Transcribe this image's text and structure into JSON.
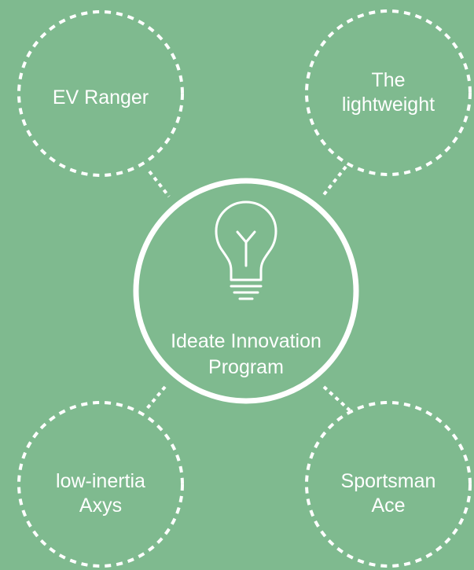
{
  "background_color": "#7fba8f",
  "stroke_color": "#ffffff",
  "center": {
    "label": "Ideate Innovation\nProgram",
    "icon": "lightbulb-icon"
  },
  "nodes": [
    {
      "label": "EV Ranger"
    },
    {
      "label": "The\nlightweight"
    },
    {
      "label": "low-inertia\nAxys"
    },
    {
      "label": "Sportsman\nAce"
    }
  ]
}
